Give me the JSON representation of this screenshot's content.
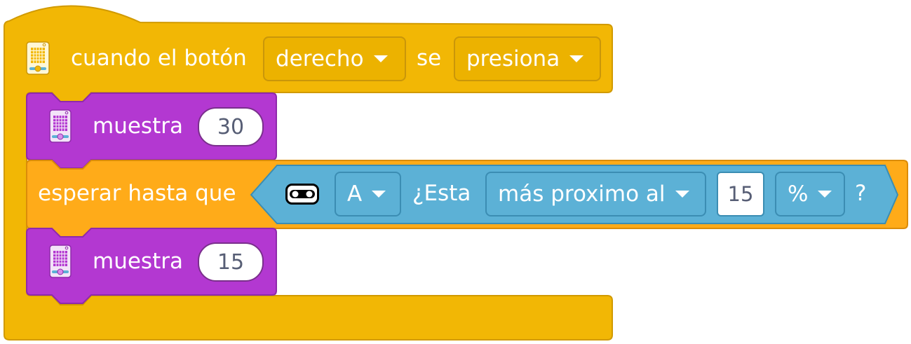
{
  "colors": {
    "events": "#f2b705",
    "looks": "#b338d1",
    "control": "#ffab19",
    "sensing": "#5cb1d6"
  },
  "hat_block": {
    "label_before": "cuando el botón",
    "button_dropdown": "derecho",
    "label_middle": "se",
    "action_dropdown": "presiona",
    "icon": "hub-icon"
  },
  "display_block_1": {
    "label": "muestra",
    "value": "30",
    "icon": "hub-display-icon"
  },
  "wait_block": {
    "label": "esperar hasta que",
    "condition": {
      "icon": "distance-sensor-icon",
      "port_dropdown": "A",
      "label_question": "¿Esta",
      "comparison_dropdown": "más proximo al",
      "distance_value": "15",
      "unit_dropdown": "%",
      "label_end": "?"
    }
  },
  "display_block_2": {
    "label": "muestra",
    "value": "15",
    "icon": "hub-display-icon"
  }
}
